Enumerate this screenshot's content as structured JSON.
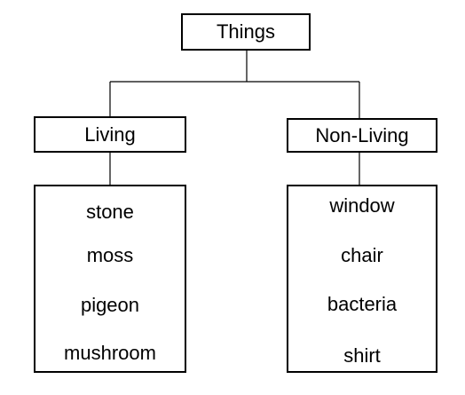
{
  "diagram": {
    "root": {
      "label": "Things"
    },
    "branches": [
      {
        "label": "Living",
        "items": [
          "stone",
          "moss",
          "pigeon",
          "mushroom"
        ]
      },
      {
        "label": "Non-Living",
        "items": [
          "window",
          "chair",
          "bacteria",
          "shirt"
        ]
      }
    ]
  }
}
